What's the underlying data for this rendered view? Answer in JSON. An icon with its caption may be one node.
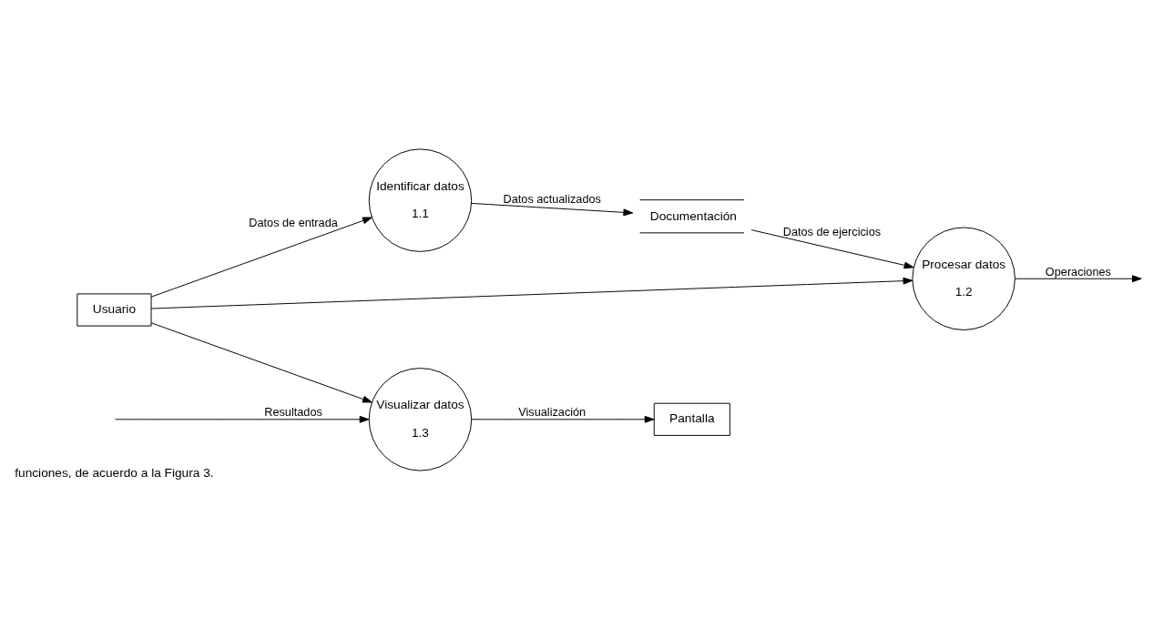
{
  "diagram": {
    "nodes": [
      {
        "text": [
          "Usuario"
        ]
      },
      {
        "text": [
          "Identificar datos",
          "1.1"
        ]
      },
      {
        "text": [
          "Procesar datos",
          "1.2"
        ]
      },
      {
        "text": [
          "Documentación"
        ]
      },
      {
        "text": [
          "Visualizar datos",
          "1.3"
        ]
      },
      {
        "text": [
          "Pantalla"
        ]
      }
    ],
    "edges": [
      {
        "from": 0,
        "to": 1,
        "arrow": "to",
        "label": "Datos de entrada"
      },
      {
        "from": 0,
        "to": 2,
        "arrow": "to"
      },
      {
        "from": 0,
        "to": 4,
        "arrow": "to"
      },
      {
        "from": 1,
        "to": 3,
        "arrow": "to",
        "label": "Datos actualizados"
      },
      {
        "from": 3,
        "to": 2,
        "arrow": "to",
        "label": "Datos de ejercicios"
      },
      {
        "from": 2,
        "to": null,
        "arrow": "to",
        "label": "Operaciones"
      },
      {
        "from": null,
        "to": 4,
        "arrow": "to",
        "label": "Resultados"
      },
      {
        "from": 4,
        "to": 5,
        "arrow": "to",
        "label": "Visualización"
      }
    ],
    "labels": [
      "funciones, de acuerdo a la Figura 3."
    ]
  }
}
